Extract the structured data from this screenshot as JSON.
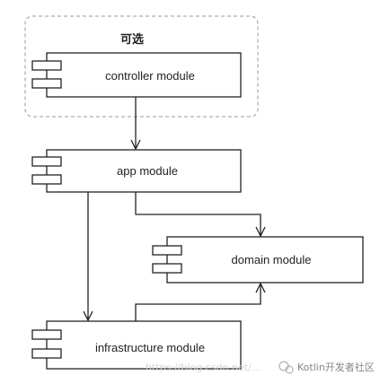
{
  "optional_group": {
    "label": "可选"
  },
  "modules": {
    "controller": {
      "label": "controller module"
    },
    "app": {
      "label": "app module"
    },
    "domain": {
      "label": "domain module"
    },
    "infrastructure": {
      "label": "infrastructure module"
    }
  },
  "watermark": {
    "url": "https://blog.csdn.net/...",
    "source": "Kotlin开发者社区",
    "color": "#c8c8c8"
  },
  "colors": {
    "stroke": "#222222",
    "group_border": "#9a9a9a",
    "background": "#ffffff"
  }
}
